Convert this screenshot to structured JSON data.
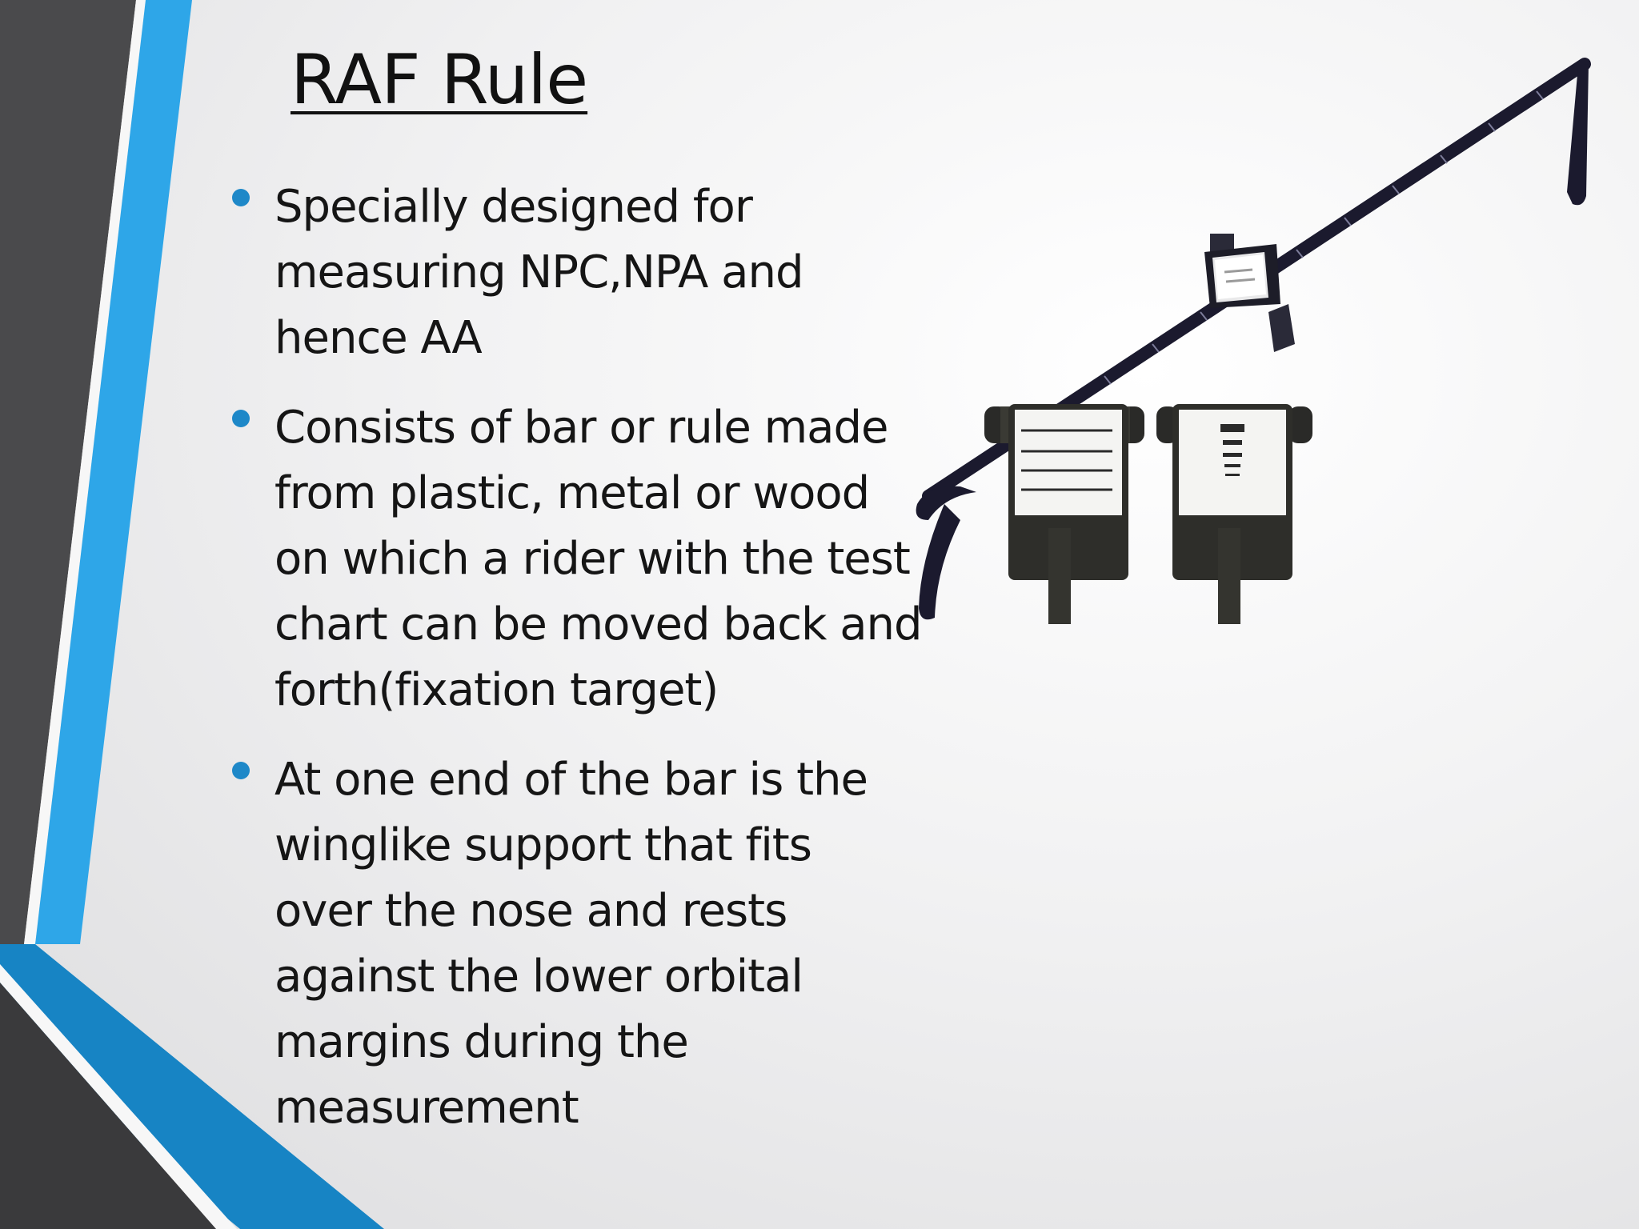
{
  "slide": {
    "title": "RAF Rule",
    "bullets": [
      "Specially designed for\nmeasuring NPC,NPA and\nhence AA",
      "Consists of bar or rule made\nfrom plastic, metal or wood\non which a rider with the test\nchart can be moved back and\nforth(fixation target)",
      "At one end of the bar is the\nwinglike support that fits\nover the nose and rests\nagainst the lower orbital\nmargins during the\nmeasurement"
    ],
    "colors": {
      "accent_blue": "#1e88c8",
      "light_blue": "#2ea6e8",
      "dark_gray": "#4a4a4c",
      "text": "#151515"
    },
    "icons": [
      "bullet-dot-icon",
      "raf-rule-photo"
    ]
  }
}
